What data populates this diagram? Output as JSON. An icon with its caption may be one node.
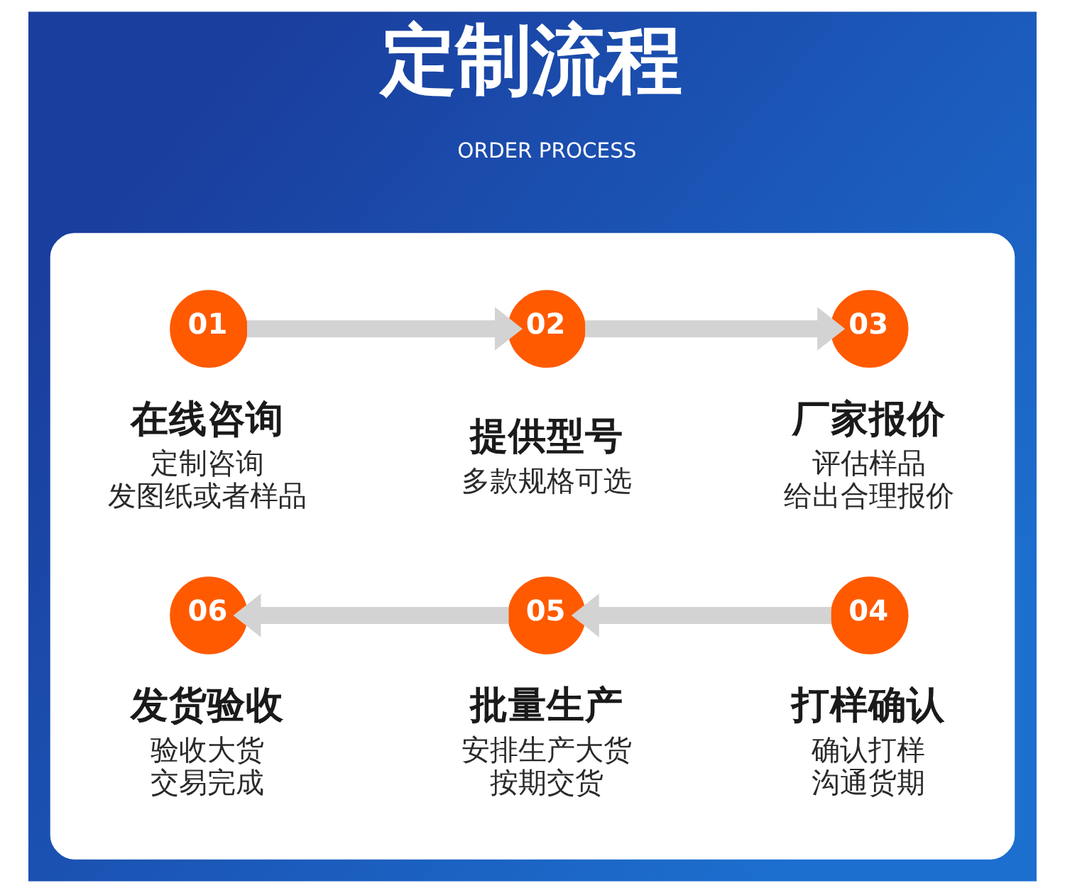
{
  "diagram": {
    "title": "定制流程",
    "nodes": [
      {
        "text": [],
        "shape": "box"
      },
      {
        "text": [
          "01"
        ],
        "beside": [
          "在线咨询",
          "定制咨询",
          "发图纸或者样品"
        ],
        "in": 0
      },
      {
        "text": [
          "02"
        ],
        "beside": [
          "提供型号",
          "多款规格可选"
        ],
        "in": 0
      },
      {
        "text": [
          "03"
        ],
        "beside": [
          "厂家报价",
          "评估样品",
          "给出合理报价"
        ],
        "in": 0
      },
      {
        "text": [
          "04"
        ],
        "beside": [
          "打样确认",
          "确认打样",
          "沟通货期"
        ],
        "in": 0
      },
      {
        "text": [
          "05"
        ],
        "beside": [
          "批量生产",
          "安排生产大货",
          "按期交货"
        ],
        "in": 0
      },
      {
        "text": [
          "06"
        ],
        "beside": [
          "发货验收",
          "验收大货",
          "交易完成"
        ],
        "in": 0
      }
    ],
    "edges": [
      {
        "from": 1,
        "to": 2,
        "arrow": "to"
      },
      {
        "from": 2,
        "to": 3,
        "arrow": "to"
      },
      {
        "from": 4,
        "to": 5,
        "arrow": "to"
      },
      {
        "from": 5,
        "to": 6,
        "arrow": "to"
      }
    ],
    "labels": [
      "ORDER PROCESS"
    ]
  }
}
